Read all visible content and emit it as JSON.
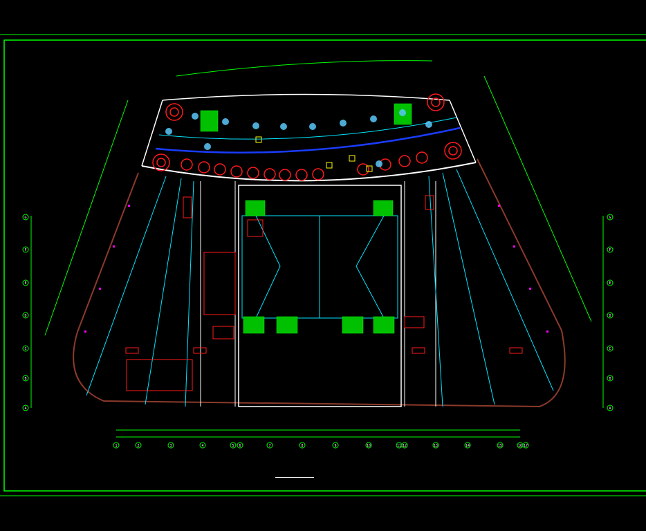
{
  "drawing": {
    "title": "",
    "colors": {
      "background": "#000000",
      "frame": "#00ff00",
      "dimension": "#00ff00",
      "wall": "#7a3a2a",
      "pipe": "#00e5ff",
      "fixture_red": "#ff1a1a",
      "plant": "#5ac8fa",
      "text": "#f5f5f5",
      "duct": "#0000ff",
      "magenta": "#ff00ff",
      "yellow": "#ffff00"
    },
    "icons": [
      "grid-bubble-icon",
      "tree-icon",
      "stair-icon",
      "fire-hose-cabinet-icon"
    ]
  },
  "grid": {
    "bottom_axes": [
      "1",
      "2",
      "3",
      "4",
      "5",
      "6",
      "7",
      "8",
      "9",
      "10",
      "11",
      "12",
      "13",
      "14",
      "15",
      "16",
      "17"
    ],
    "left_axes": [
      "G",
      "F",
      "E",
      "D",
      "C",
      "B",
      "A"
    ],
    "right_axes": [
      "G",
      "F",
      "E",
      "D",
      "C",
      "B",
      "A"
    ]
  }
}
